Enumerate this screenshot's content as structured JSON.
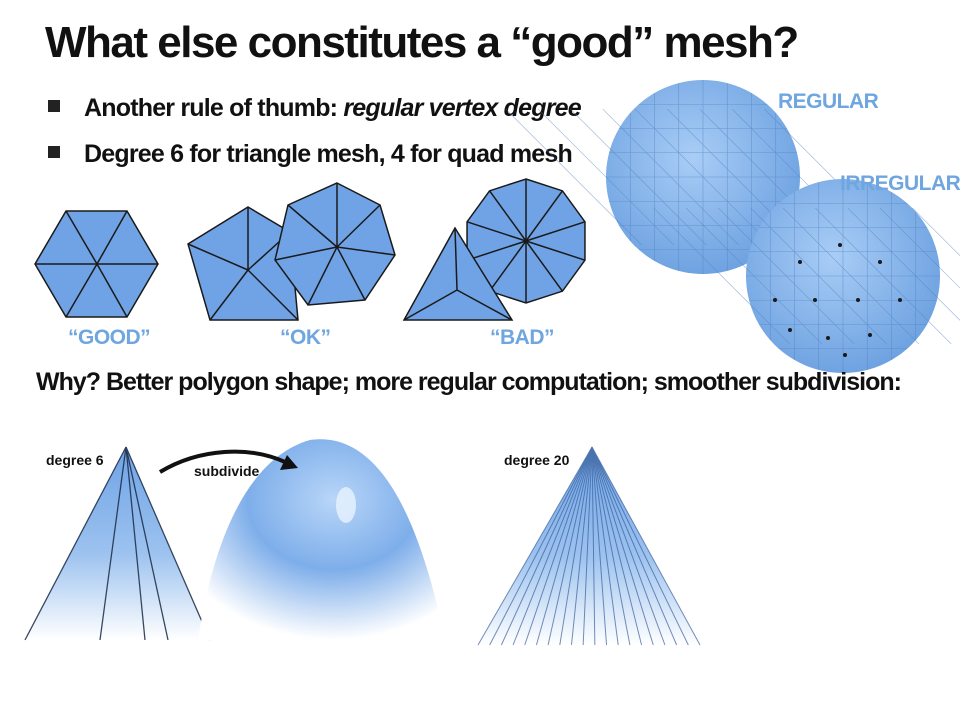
{
  "slide": {
    "title": "What else constitutes a “good” mesh?",
    "bullets": [
      {
        "prefix": "Another rule of thumb: ",
        "emph": "regular vertex degree"
      },
      {
        "prefix": "Degree 6 for triangle mesh, 4 for quad mesh",
        "emph": ""
      }
    ],
    "labels": {
      "good": "“GOOD”",
      "ok": "“OK”",
      "bad": "“BAD”",
      "regular": "REGULAR",
      "irregular": "IRREGULAR"
    },
    "why": "Why? Better polygon shape; more regular computation; smoother subdivision:",
    "degree6": "degree 6",
    "subdivide": "subdivide",
    "degree20": "degree 20",
    "colors": {
      "mesh_fill": "#6fa3e6",
      "label_blue": "#6fa6e0"
    }
  }
}
